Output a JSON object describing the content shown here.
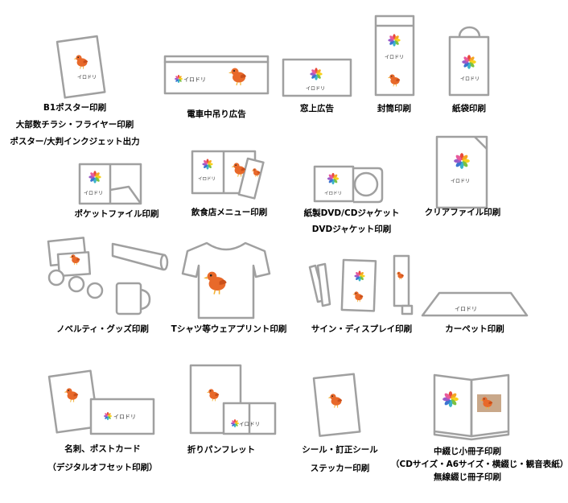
{
  "brand": {
    "logo_text": "イロドリ"
  },
  "colors": {
    "outline": "#a0a0a0",
    "bird": "#e8692a",
    "bird_beak": "#f3b233",
    "petals": [
      "#e84a3c",
      "#f5a623",
      "#f8d21c",
      "#7cc242",
      "#3bb3c9",
      "#3b74d1",
      "#9a5bc8",
      "#e85a9c"
    ]
  },
  "items": [
    {
      "id": "b1-poster",
      "lines": [
        "B1ポスター印刷",
        "大部数チラシ・フライヤー印刷",
        "ポスター/大判インクジェット出力"
      ]
    },
    {
      "id": "train-ad",
      "lines": [
        "電車中吊り広告"
      ]
    },
    {
      "id": "window-ad",
      "lines": [
        "窓上広告"
      ]
    },
    {
      "id": "envelope",
      "lines": [
        "封筒印刷"
      ]
    },
    {
      "id": "paper-bag",
      "lines": [
        "紙袋印刷"
      ]
    },
    {
      "id": "pocket-file",
      "lines": [
        "ポケットファイル印刷"
      ]
    },
    {
      "id": "restaurant-menu",
      "lines": [
        "飲食店メニュー印刷"
      ]
    },
    {
      "id": "dvd-jacket",
      "lines": [
        "紙製DVD/CDジャケット",
        "DVDジャケット印刷"
      ]
    },
    {
      "id": "clear-file",
      "lines": [
        "クリアファイル印刷"
      ]
    },
    {
      "id": "novelty",
      "lines": [
        "ノベルティ・グッズ印刷"
      ]
    },
    {
      "id": "tshirt",
      "lines": [
        "Tシャツ等ウェアプリント印刷"
      ]
    },
    {
      "id": "sign-display",
      "lines": [
        "サイン・ディスプレイ印刷"
      ]
    },
    {
      "id": "carpet",
      "lines": [
        "カーペット印刷"
      ]
    },
    {
      "id": "business-card",
      "lines": [
        "名刺、ポストカード",
        "（デジタルオフセット印刷）"
      ]
    },
    {
      "id": "pamphlet",
      "lines": [
        "折りパンフレット"
      ]
    },
    {
      "id": "sticker",
      "lines": [
        "シール・訂正シール",
        "ステッカー印刷"
      ]
    },
    {
      "id": "booklet",
      "lines": [
        "中綴じ小冊子印刷",
        "（CDサイズ・A6サイズ・横綴じ・観音表紙）",
        "無線綴じ冊子印刷"
      ]
    }
  ]
}
